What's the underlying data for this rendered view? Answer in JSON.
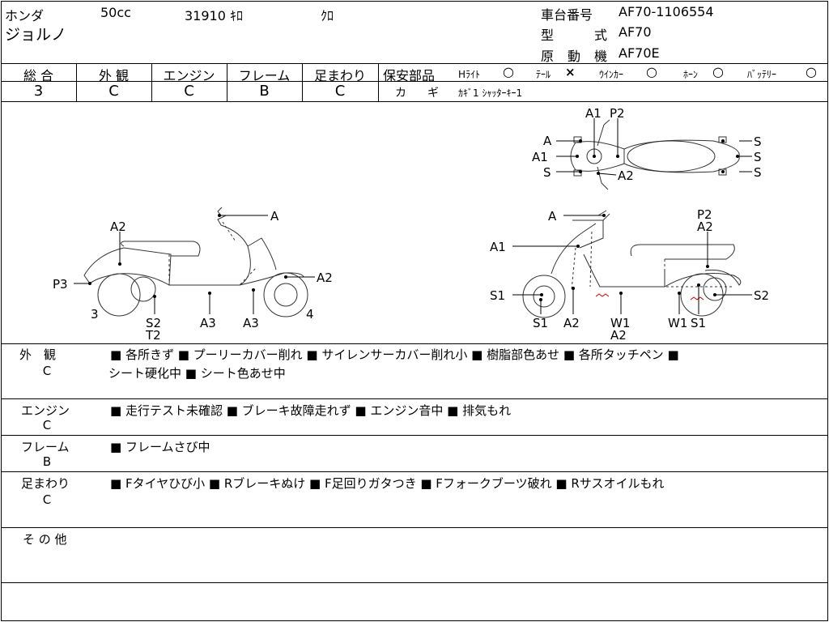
{
  "header": {
    "maker": "ホンダ",
    "displacement": "50cc",
    "mileage": "31910 ｷﾛ",
    "color": "ｸﾛ",
    "model_name": "ジョルノ",
    "frame_no_label": "車台番号",
    "frame_no": "AF70-1106554",
    "type_label_1": "型",
    "type_label_2": "式",
    "type_value": "AF70",
    "engine_label_1": "原",
    "engine_label_2": "動",
    "engine_label_3": "機",
    "engine_value": "AF70E"
  },
  "ratings": {
    "overall_label": "総 合",
    "overall": "3",
    "exterior_label": "外 観",
    "exterior": "C",
    "engine_label": "エンジン",
    "engine": "C",
    "frame_label": "フレーム",
    "frame": "B",
    "suspension_label": "足まわり",
    "suspension": "C"
  },
  "safety": {
    "label": "保安部品",
    "headlight_label": "Hﾗｲﾄ",
    "headlight": "○",
    "tail_label": "ﾃｰﾙ",
    "tail": "×",
    "winker_label": "ｳｲﾝｶｰ",
    "winker": "○",
    "horn_label": "ﾎｰﾝ",
    "horn": "○",
    "battery_label": "ﾊﾞｯﾃﾘｰ",
    "battery": "○",
    "key_label_1": "カ",
    "key_label_2": "ギ",
    "key_value": "ｶｷﾞ1 ｼｬｯﾀｰｷｰ1"
  },
  "diagram": {
    "top": {
      "a1": "A1",
      "p2": "P2",
      "a_left": "A",
      "a1_left": "A1",
      "s_left": "S",
      "a2": "A2",
      "s1": "S",
      "s2": "S",
      "s3": "S"
    },
    "left": {
      "a": "A",
      "a2_top": "A2",
      "p3": "P3",
      "a2_right": "A2",
      "n3": "3",
      "n4": "4",
      "s2": "S2",
      "t2": "T2",
      "a3_1": "A3",
      "a3_2": "A3"
    },
    "right": {
      "a": "A",
      "p2": "P2",
      "a2_top": "A2",
      "a1": "A1",
      "s1_left": "S1",
      "s2_right": "S2",
      "s1_bot": "S1",
      "a2_bot": "A2",
      "w1": "W1",
      "a2_w": "A2",
      "w1_2": "W1",
      "s1_2": "S1"
    }
  },
  "sections": {
    "exterior_label": "外　観",
    "exterior_grade": "C",
    "exterior_line1": "■ 各所きず ■ プーリーカバー削れ ■ サイレンサーカバー削れ小 ■ 樹脂部色あせ ■ 各所タッチペン ■",
    "exterior_line2": "シート硬化中 ■ シート色あせ中",
    "engine_label": "エンジン",
    "engine_grade": "C",
    "engine_line1": "■ 走行テスト未確認 ■ ブレーキ故障走れず ■ エンジン音中 ■ 排気もれ",
    "frame_label": "フレーム",
    "frame_grade": "B",
    "frame_line1": "■ フレームさび中",
    "suspension_label": "足まわり",
    "suspension_grade": "C",
    "suspension_line1": "■ Fタイヤひび小 ■ Rブレーキぬけ ■ F足回りガタつき ■ Fフォークブーツ破れ ■ Rサスオイルもれ",
    "other_label": "そ の 他"
  }
}
